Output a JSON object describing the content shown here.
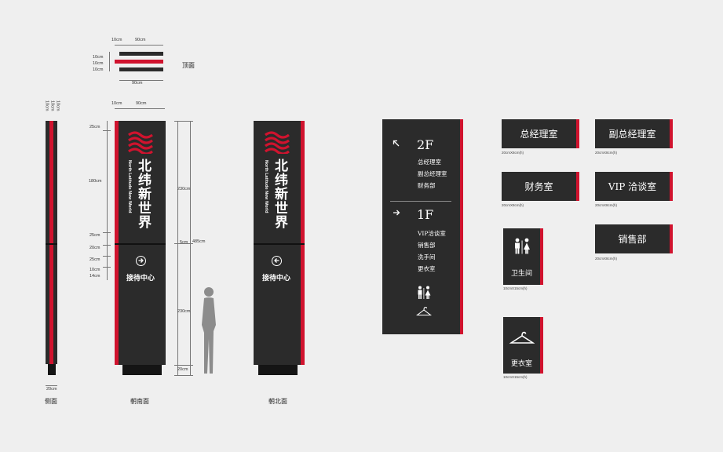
{
  "top_view": {
    "label": "顶面",
    "dim_red": "10cm",
    "dim_width": "90cm",
    "dim_rows": [
      "10cm",
      "10cm",
      "10cm"
    ],
    "dim_bottom": "90cm"
  },
  "side_view": {
    "label": "侧面",
    "dim_top": [
      "10cm",
      "10cm",
      "10cm"
    ],
    "dim_base": "20cm"
  },
  "south_view": {
    "label": "朝南面",
    "dim_red": "10cm",
    "dim_width": "90cm",
    "left_dims": [
      "25cm",
      "180cm",
      "25cm",
      "20cm",
      "25cm",
      "10cm",
      "14cm"
    ],
    "right_dims": [
      "230cm",
      "5cm",
      "485cm",
      "230cm",
      "20cm"
    ],
    "brand_cn": "北纬新世界",
    "brand_en": "North Latitude New World",
    "lobby_text": "接待中心"
  },
  "north_view": {
    "label": "朝北面",
    "brand_cn": "北纬新世界",
    "brand_en": "North Latitude New World",
    "lobby_text": "接待中心"
  },
  "directory": {
    "floor2": "2F",
    "floor2_items": [
      "总经理室",
      "副总经理室",
      "财务部"
    ],
    "floor1": "1F",
    "floor1_items": [
      "VIP洽谈室",
      "销售部",
      "洗手间",
      "更衣室"
    ]
  },
  "door_signs": [
    {
      "text": "总经理室",
      "size": "20cmX8cm(h)"
    },
    {
      "text": "副总经理室",
      "size": "20cmX8cm(h)"
    },
    {
      "text": "财务室",
      "size": "20cmX8cm(h)"
    },
    {
      "text": "VIP 洽谈室",
      "size": "20cmX8cm(h)"
    },
    {
      "text": "卫生间",
      "size": "10cmX15cm(h)"
    },
    {
      "text": "销售部",
      "size": "20cmX8cm(h)"
    },
    {
      "text": "更衣室",
      "size": "10cmX15cm(h)"
    }
  ],
  "colors": {
    "panel": "#2b2b2b",
    "accent": "#d0132e",
    "base": "#151515",
    "background": "#efefef"
  },
  "icons": [
    "wave-logo-icon",
    "arrow-right-circle-icon",
    "arrow-left-circle-icon",
    "arrow-upleft-icon",
    "arrow-right-icon",
    "restroom-icon",
    "hanger-icon",
    "human-silhouette-icon"
  ]
}
